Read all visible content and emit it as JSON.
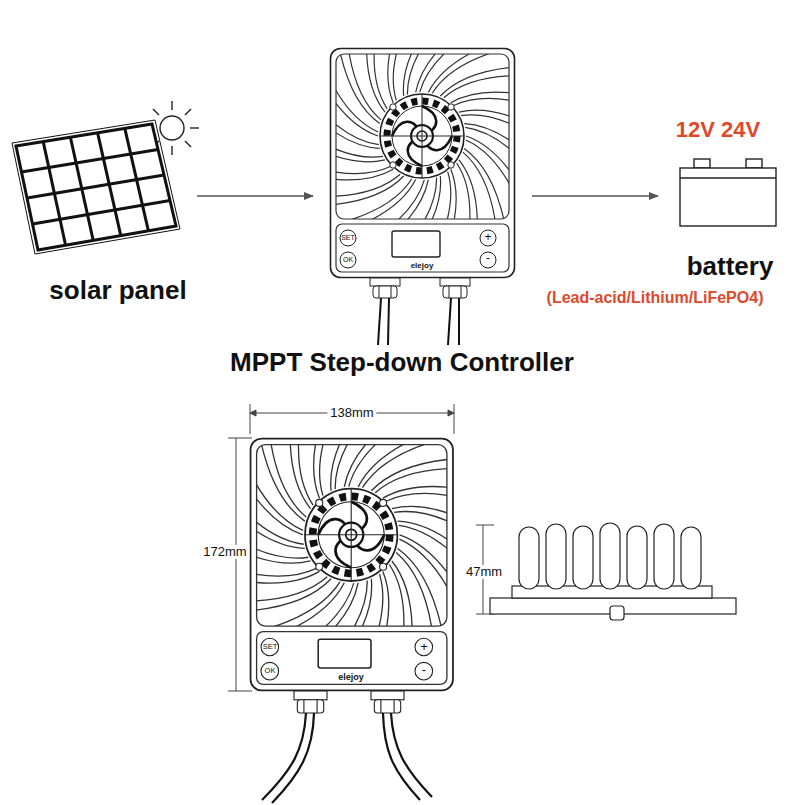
{
  "diagram": {
    "title": "MPPT Step-down Controller",
    "nodes": [
      {
        "text": [
          "solar panel"
        ]
      },
      {
        "text": [
          "SET",
          "OK",
          "+",
          "-",
          "elejoy"
        ]
      },
      {
        "text": [
          "12V 24V",
          "battery",
          "(Lead-acid/Lithium/LiFePO4)"
        ]
      }
    ],
    "edges": [
      {
        "from": 0,
        "to": 1,
        "arrow": "to"
      },
      {
        "from": 1,
        "to": 2,
        "arrow": "to"
      }
    ],
    "labels": [
      "138mm",
      "172mm",
      "47mm",
      "SET",
      "OK",
      "+",
      "-",
      "elejoy"
    ]
  }
}
